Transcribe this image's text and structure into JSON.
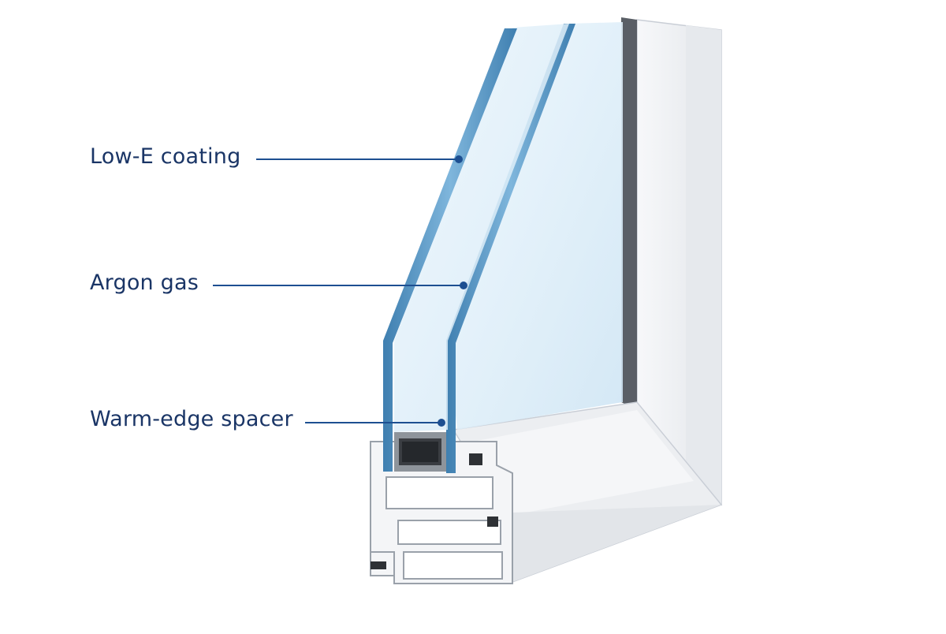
{
  "callouts": [
    {
      "id": "low-e",
      "label": "Low-E coating"
    },
    {
      "id": "argon",
      "label": "Argon gas"
    },
    {
      "id": "spacer",
      "label": "Warm-edge spacer"
    }
  ],
  "colors": {
    "label_text": "#1a3566",
    "leader_line": "#1d4f91",
    "glass_edge": "#4f8fbf",
    "glass_pane": "#e4f1fa",
    "frame": "#eef0f3",
    "frame_shadow": "#c9ced6",
    "spacer": "#3a3d42",
    "seal": "#2e3135"
  },
  "icons": [
    "window-cross-section",
    "dot-marker"
  ]
}
